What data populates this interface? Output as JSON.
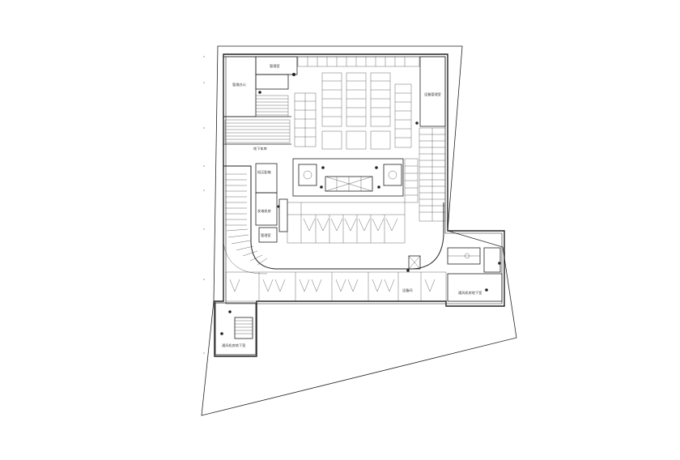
{
  "plan": {
    "rooms": [
      {
        "id": "r1",
        "label": "管理室"
      },
      {
        "id": "r2",
        "label": "管理办公"
      },
      {
        "id": "r3",
        "label": "设备管理室"
      },
      {
        "id": "r4",
        "label": "地下车库"
      },
      {
        "id": "r5",
        "label": "低压配电"
      },
      {
        "id": "r6",
        "label": "发电机房"
      },
      {
        "id": "r7",
        "label": "管理室"
      },
      {
        "id": "r8",
        "label": "设备间"
      },
      {
        "id": "r9",
        "label": "通风机房地下室"
      },
      {
        "id": "r10",
        "label": "通风机房地下室"
      }
    ]
  }
}
